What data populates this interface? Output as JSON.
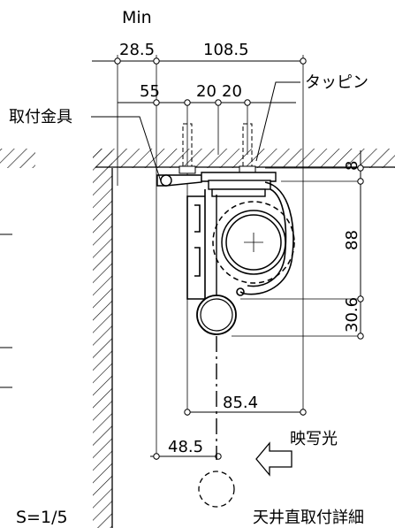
{
  "dimensions": {
    "min_label": "Min",
    "d_28_5": "28.5",
    "d_108_5": "108.5",
    "d_55": "55",
    "d_20a": "20",
    "d_20b": "20",
    "d_8": "8",
    "d_88": "88",
    "d_30_6": "30.6",
    "d_85_4": "85.4",
    "d_48_5": "48.5"
  },
  "labels": {
    "tapping": "タッピン",
    "bracket": "取付金具",
    "projection_light": "映写光",
    "scale": "S=1/5",
    "title": "天井直取付詳細"
  }
}
